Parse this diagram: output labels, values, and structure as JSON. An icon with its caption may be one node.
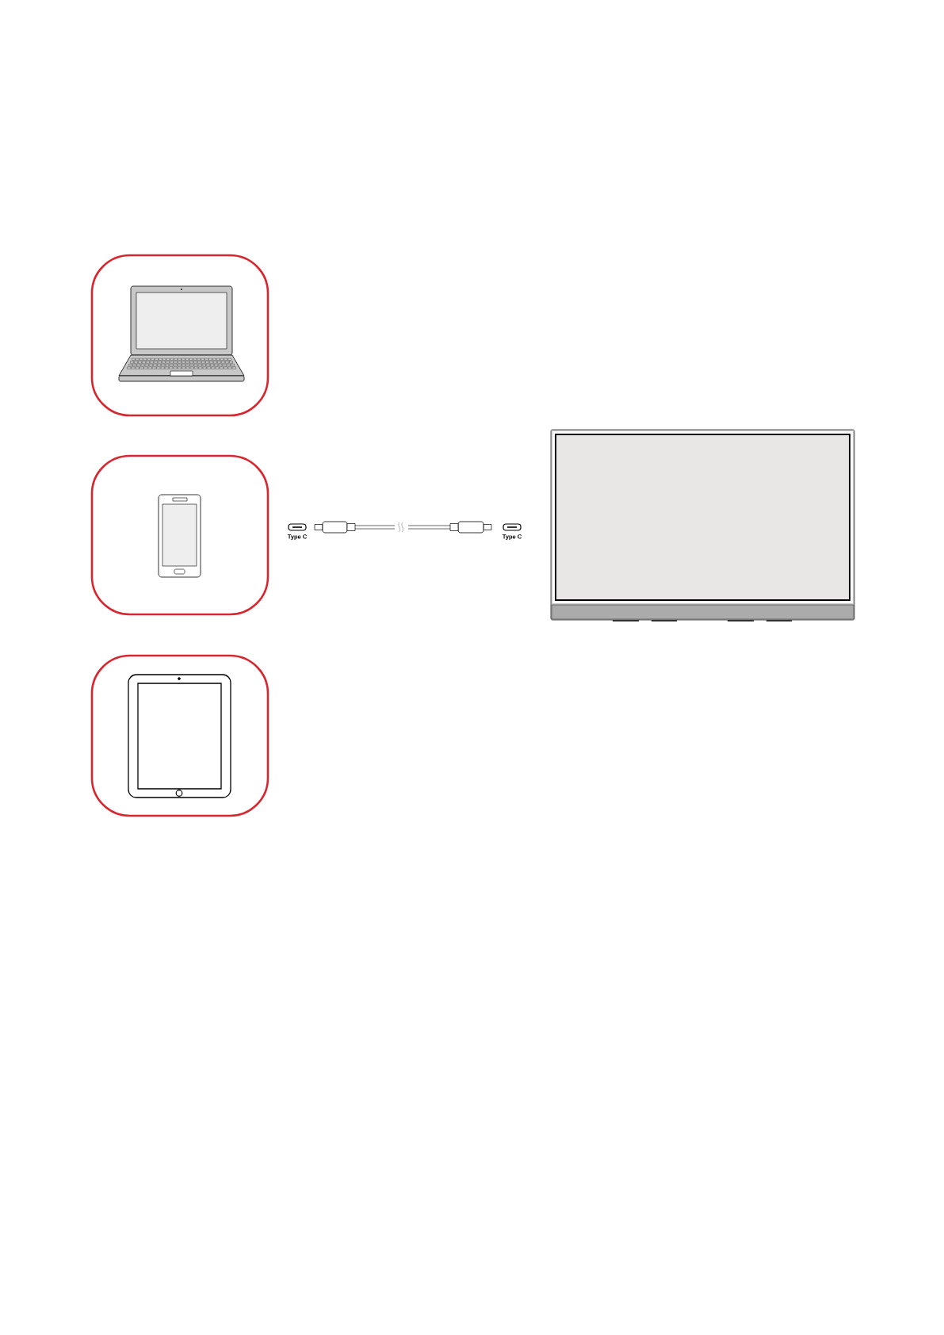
{
  "diagram": {
    "nodes": [
      {
        "text": [],
        "shape": "box"
      },
      {
        "text": [],
        "shape": "box"
      },
      {
        "text": [],
        "shape": "box"
      },
      {
        "text": [],
        "shape": "picture"
      }
    ],
    "labels": [
      "Type C",
      "Type C"
    ]
  }
}
